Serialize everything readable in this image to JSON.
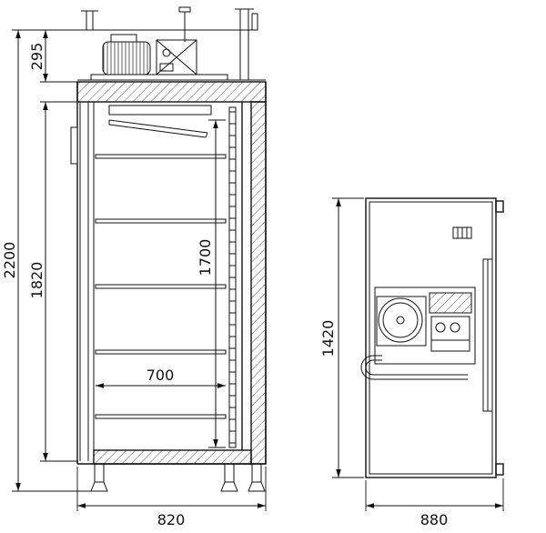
{
  "colors": {
    "ink": "#111111",
    "background": "#ffffff"
  },
  "drawing": {
    "front_view": {
      "dim_overall_height": "2200",
      "dim_top_unit_height": "295",
      "dim_interior_height": "1820",
      "dim_shelf_zone_height": "1700",
      "dim_shelf_width": "700",
      "dim_overall_width": "820"
    },
    "top_view": {
      "dim_depth_height": "1420",
      "dim_overall_width": "880"
    }
  }
}
